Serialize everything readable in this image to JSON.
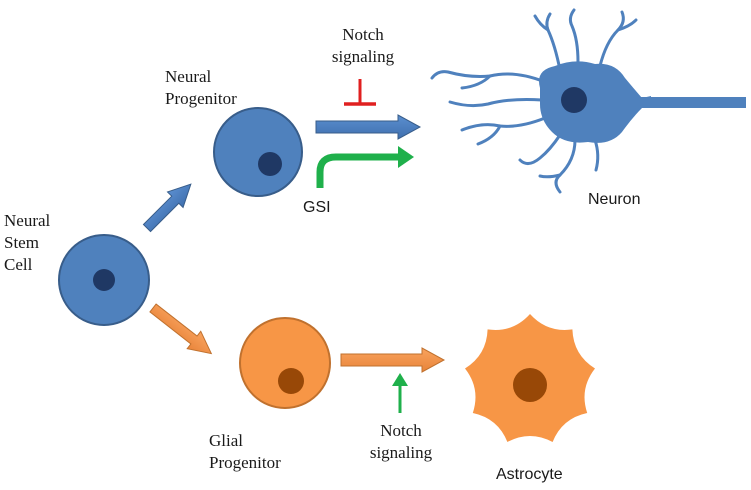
{
  "labels": {
    "neural_stem_cell": [
      "Neural",
      "Stem",
      "Cell"
    ],
    "neural_progenitor": [
      "Neural",
      "Progenitor"
    ],
    "notch_signaling_top": [
      "Notch",
      "signaling"
    ],
    "gsi": "GSI",
    "neuron": "Neuron",
    "glial_progenitor": [
      "Glial",
      "Progenitor"
    ],
    "notch_signaling_bottom": [
      "Notch",
      "signaling"
    ],
    "astrocyte": "Astrocyte"
  },
  "colors": {
    "neural_blue": "#4f81bd",
    "neural_blue_dark": "#385d8a",
    "nucleus_blue": "#1f3864",
    "glial_orange": "#f79646",
    "glial_orange_dark": "#c0712e",
    "nucleus_orange": "#984807",
    "inhibition_red": "#e02020",
    "activation_green": "#1fb04b"
  }
}
